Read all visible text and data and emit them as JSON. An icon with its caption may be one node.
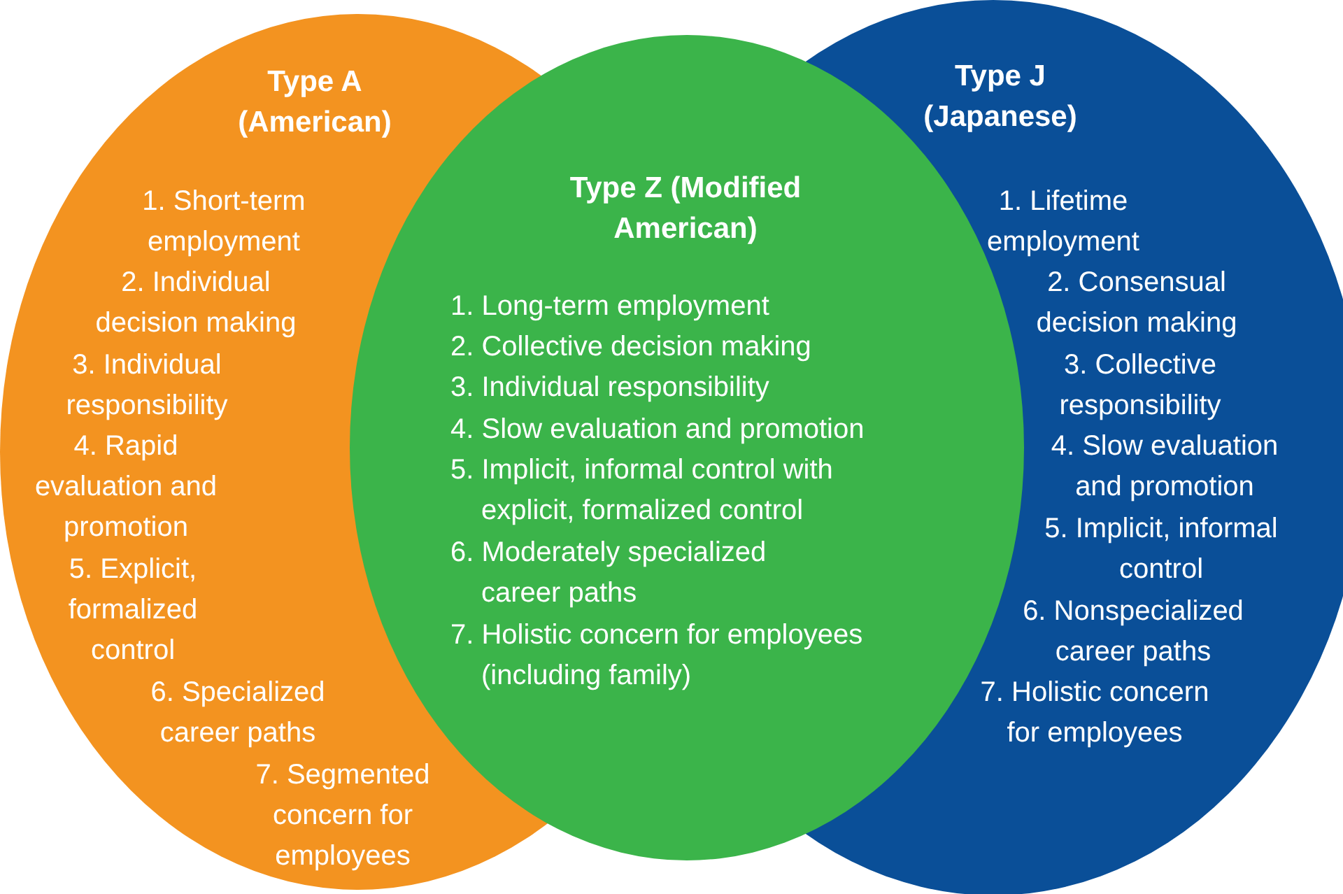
{
  "diagram": {
    "nodes": [
      {
        "text": [
          "Type A (American)",
          "1. Short-term employment",
          "2. Individual decision making",
          "3. Individual responsibility",
          "4. Rapid evaluation and promotion",
          "5. Explicit, formalized control",
          "6. Specialized career paths",
          "7. Segmented concern for employees"
        ]
      },
      {
        "text": [
          "Type Z (Modified American)",
          "1. Long-term employment",
          "2. Collective decision making",
          "3. Individual responsibility",
          "4. Slow evaluation and promotion",
          "5. Implicit, informal control with explicit, formalized control",
          "6. Moderately specialized career paths",
          "7. Holistic concern for employees (including family)"
        ]
      },
      {
        "text": [
          "Type J (Japanese)",
          "1. Lifetime employment",
          "2. Consensual decision making",
          "3. Collective responsibility",
          "4. Slow evaluation and promotion",
          "5. Implicit, informal control",
          "6. Nonspecialized career paths",
          "7. Holistic concern for employees"
        ]
      }
    ]
  }
}
